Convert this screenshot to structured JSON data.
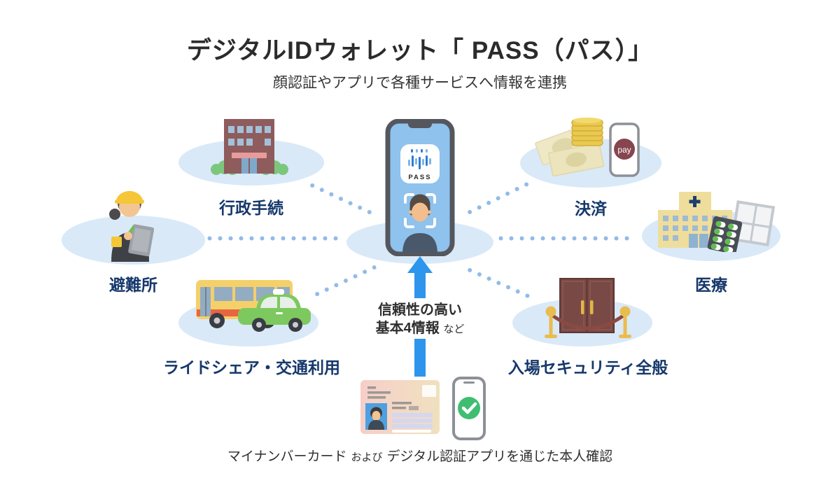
{
  "page": {
    "title": "デジタルIDウォレット「 PASS（パス）」",
    "subtitle": "顔認証やアプリで各種サービスへ情報を連携"
  },
  "center": {
    "app_name": "PASS",
    "note_line1": "信頼性の高い",
    "note_line2": "基本4情報",
    "note_suffix": "など"
  },
  "services": [
    {
      "id": "gov",
      "label": "行政手続",
      "icon": "government-building-icon"
    },
    {
      "id": "payment",
      "label": "決済",
      "icon": "money-pay-phone-icon",
      "badge": "pay"
    },
    {
      "id": "shelter",
      "label": "避難所",
      "icon": "relief-worker-icon"
    },
    {
      "id": "medical",
      "label": "医療",
      "icon": "hospital-medicine-icon"
    },
    {
      "id": "ride",
      "label": "ライドシェア・交通利用",
      "icon": "bus-taxi-icon"
    },
    {
      "id": "security",
      "label": "入場セキュリティ全般",
      "icon": "entrance-doors-icon"
    }
  ],
  "footer": {
    "part1": "マイナンバーカード",
    "connector": "および",
    "part2": "デジタル認証アプリを通じた本人確認"
  },
  "colors": {
    "accent_blue": "#2D96EC",
    "label_navy": "#16386B",
    "bubble_blue": "#D9E9F8",
    "dot_blue": "#92BBE8",
    "text_dark": "#2B2B2B"
  }
}
